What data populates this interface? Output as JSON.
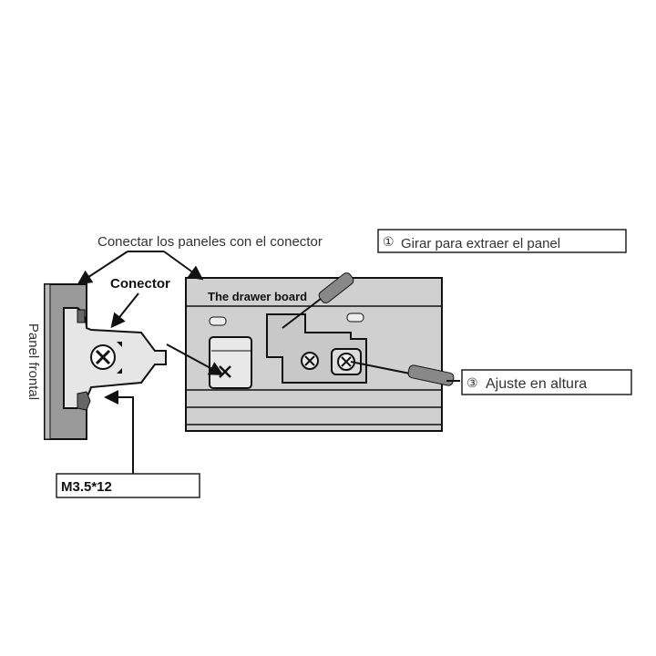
{
  "labels": {
    "connect_panels": "Conectar los paneles con el conector",
    "connector": "Conector",
    "drawer_board": "The drawer board",
    "front_panel": "Panel frontal",
    "screw_size": "M3.5*12",
    "step1_number": "①",
    "step1_text": "Girar para extraer el panel",
    "step3_number": "③",
    "step3_text": "Ajuste en altura"
  },
  "colors": {
    "panel_fill": "#9a9a9a",
    "board_fill": "#d0d0d0",
    "line": "#111111"
  }
}
